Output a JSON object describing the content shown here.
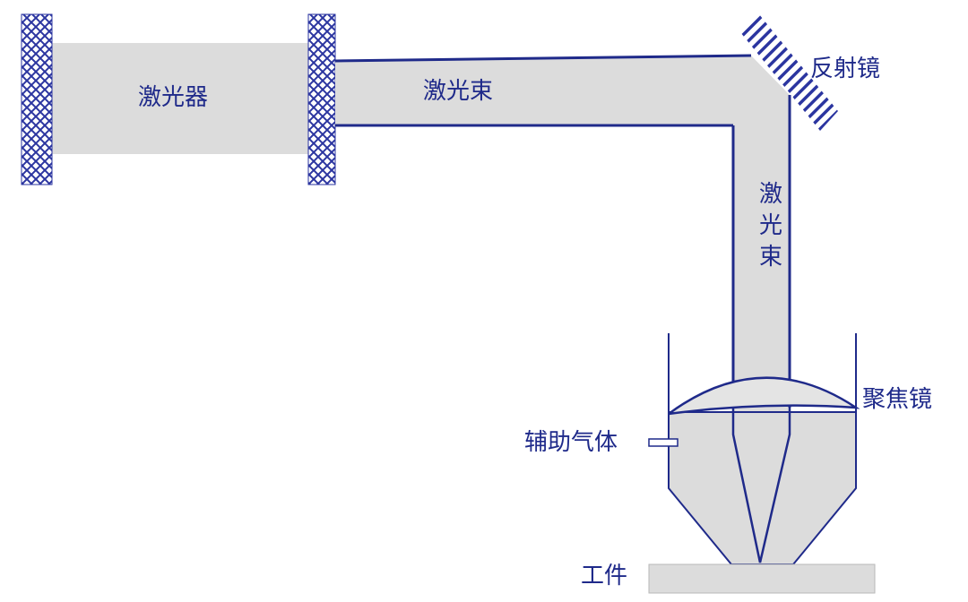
{
  "labels": {
    "laser": "激光器",
    "beam_horizontal": "激光束",
    "mirror": "反射镜",
    "beam_vertical": [
      "激",
      "光",
      "束"
    ],
    "focus_lens": "聚焦镜",
    "assist_gas": "辅助气体",
    "workpiece": "工件"
  },
  "colors": {
    "stroke": "#1f2a8a",
    "fill": "#dcdcdc",
    "hatch": "#2b35a0"
  }
}
